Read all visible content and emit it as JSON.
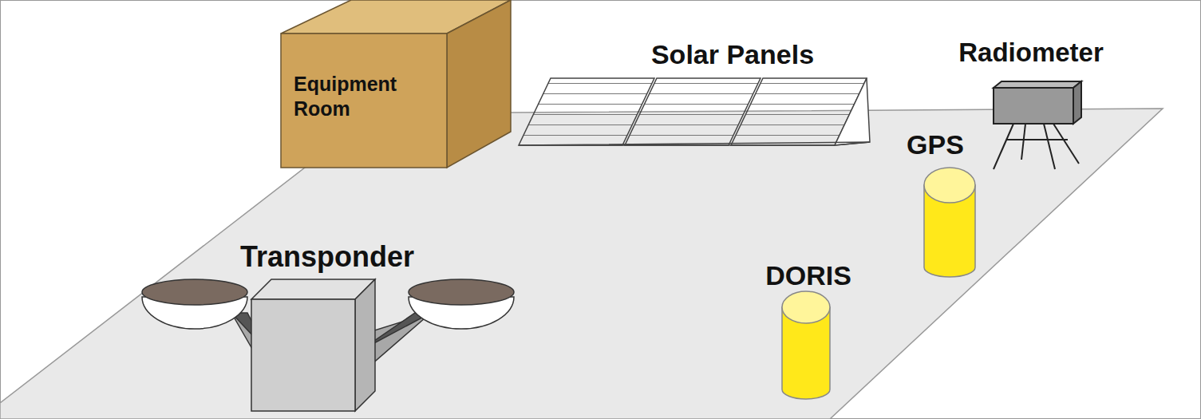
{
  "diagram": {
    "nodes": [
      {
        "text": [
          "Equipment Room"
        ]
      }
    ],
    "labels": [
      "Solar Panels",
      "Radiometer",
      "GPS",
      "DORIS",
      "Transponder"
    ]
  }
}
